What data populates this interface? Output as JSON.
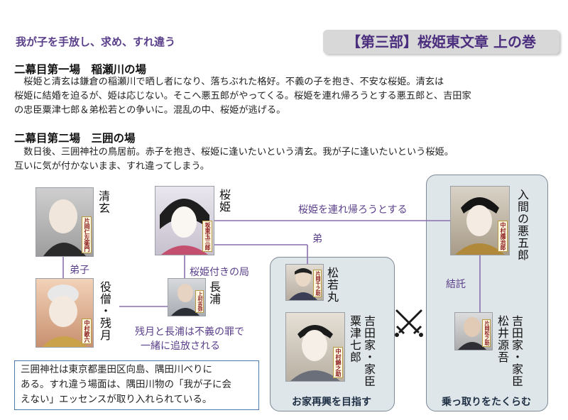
{
  "header": {
    "tagline": "我が子を手放し、求め、すれ違う",
    "part_title": "【第三部】桜姫東文章 上の巻"
  },
  "scenes": [
    {
      "title": "二幕目第一場　稲瀬川の場",
      "lines": [
        "　桜姫と清玄は鎌倉の稲瀬川で晒し者になり、落ちぶれた格好。不義の子を抱き、不安な桜姫。清玄は",
        "桜姫に結婚を迫るが、姫は応じない。そこへ悪五郎がやってくる。桜姫を連れ帰ろうとする悪五郎と、吉田家",
        "の忠臣粟津七郎＆弟松若との争いに。混乱の中、桜姫が逃げる。"
      ]
    },
    {
      "title": "二幕目第二場　三囲の場",
      "lines": [
        "　数日後、三囲神社の鳥居前。赤子を抱き、桜姫に逢いたいという清玄。我が子に逢いたいという桜姫。",
        "互いに気が付かないまま、すれ違ってしまう。"
      ]
    }
  ],
  "characters": {
    "seigen": {
      "name": "清玄",
      "actor": "片岡仁左衛門"
    },
    "sakurahime": {
      "name": "桜姫",
      "actor": "坂東玉三郎"
    },
    "zangetsu": {
      "name": "役僧・残月",
      "actor": "中村歌六"
    },
    "nagaura": {
      "name": "長浦",
      "actor": "上村吉弥"
    },
    "matsuwaka": {
      "name": "松若丸",
      "actor": "片岡千之助"
    },
    "awazu": {
      "name": "吉田家・家臣粟津七郎",
      "name_col1": "吉田家・家臣",
      "name_col2": "粟津七郎",
      "actor": "中村錦之助"
    },
    "akugoro": {
      "name": "入間の悪五郎",
      "actor": "中村鴈治郎"
    },
    "matsui": {
      "name": "吉田家・家臣松井源吾",
      "name_col1": "吉田家・家臣",
      "name_col2": "松井源吾",
      "actor": "片岡松之助"
    }
  },
  "relations": {
    "deshi": "弟子",
    "sakura_tsuki": "桜姫付きの局",
    "otouto": "弟",
    "tsure_kaero": "桜姫を連れ帰ろうとする",
    "shokutaku": "結託",
    "tsuiho_line1": "残月と長浦は不義の罪で",
    "tsuiho_line2": "一緒に追放される"
  },
  "groups": {
    "left_label": "お家再興を目指す",
    "right_label": "乗っ取りをたくらむ"
  },
  "note": {
    "line1": "三囲神社は東京都墨田区向島、隅田川べりに",
    "line2": "ある。すれ違う場面は、隅田川物の「我が子に会",
    "line3": "えない」エッセンスが取り入れられている。"
  },
  "colors": {
    "accent_purple": "#5a3f8a",
    "line_purple": "#8a6fb0",
    "group_fill": "#dfe6e9",
    "note_border": "#4a78b0"
  },
  "icons": {
    "conflict": "crossed-swords-icon"
  }
}
